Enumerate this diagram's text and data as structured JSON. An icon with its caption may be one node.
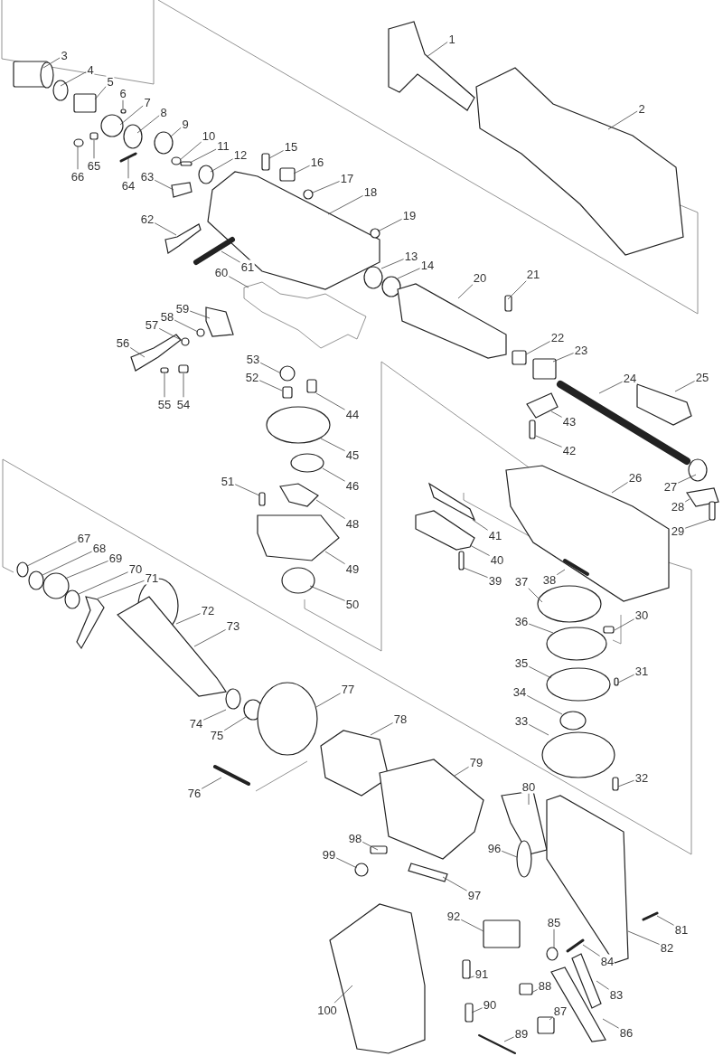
{
  "diagram": {
    "nodes": [
      {
        "text": [
          "1"
        ]
      },
      {
        "text": [
          "2"
        ]
      },
      {
        "text": [
          "3"
        ]
      },
      {
        "text": [
          "4"
        ]
      },
      {
        "text": [
          "5"
        ]
      },
      {
        "text": [
          "6"
        ]
      },
      {
        "text": [
          "7"
        ]
      },
      {
        "text": [
          "8"
        ]
      },
      {
        "text": [
          "9"
        ]
      },
      {
        "text": [
          "10"
        ]
      },
      {
        "text": [
          "11"
        ]
      },
      {
        "text": [
          "12"
        ]
      },
      {
        "text": [
          "13"
        ]
      },
      {
        "text": [
          "14"
        ]
      },
      {
        "text": [
          "15"
        ]
      },
      {
        "text": [
          "16"
        ]
      },
      {
        "text": [
          "17"
        ]
      },
      {
        "text": [
          "18"
        ]
      },
      {
        "text": [
          "19"
        ]
      },
      {
        "text": [
          "20"
        ]
      },
      {
        "text": [
          "21"
        ]
      },
      {
        "text": [
          "22"
        ]
      },
      {
        "text": [
          "23"
        ]
      },
      {
        "text": [
          "24"
        ]
      },
      {
        "text": [
          "25"
        ]
      },
      {
        "text": [
          "26"
        ]
      },
      {
        "text": [
          "27"
        ]
      },
      {
        "text": [
          "28"
        ]
      },
      {
        "text": [
          "29"
        ]
      },
      {
        "text": [
          "30"
        ]
      },
      {
        "text": [
          "31"
        ]
      },
      {
        "text": [
          "32"
        ]
      },
      {
        "text": [
          "33"
        ]
      },
      {
        "text": [
          "34"
        ]
      },
      {
        "text": [
          "35"
        ]
      },
      {
        "text": [
          "36"
        ]
      },
      {
        "text": [
          "37"
        ]
      },
      {
        "text": [
          "38"
        ]
      },
      {
        "text": [
          "39"
        ]
      },
      {
        "text": [
          "40"
        ]
      },
      {
        "text": [
          "41"
        ]
      },
      {
        "text": [
          "42"
        ]
      },
      {
        "text": [
          "43"
        ]
      },
      {
        "text": [
          "44"
        ]
      },
      {
        "text": [
          "45"
        ]
      },
      {
        "text": [
          "46"
        ]
      },
      {
        "text": [
          "48"
        ]
      },
      {
        "text": [
          "49"
        ]
      },
      {
        "text": [
          "50"
        ]
      },
      {
        "text": [
          "51"
        ]
      },
      {
        "text": [
          "52"
        ]
      },
      {
        "text": [
          "53"
        ]
      },
      {
        "text": [
          "54"
        ]
      },
      {
        "text": [
          "55"
        ]
      },
      {
        "text": [
          "56"
        ]
      },
      {
        "text": [
          "57"
        ]
      },
      {
        "text": [
          "58"
        ]
      },
      {
        "text": [
          "59"
        ]
      },
      {
        "text": [
          "60"
        ]
      },
      {
        "text": [
          "61"
        ]
      },
      {
        "text": [
          "62"
        ]
      },
      {
        "text": [
          "63"
        ]
      },
      {
        "text": [
          "64"
        ]
      },
      {
        "text": [
          "65"
        ]
      },
      {
        "text": [
          "66"
        ]
      },
      {
        "text": [
          "67"
        ]
      },
      {
        "text": [
          "68"
        ]
      },
      {
        "text": [
          "69"
        ]
      },
      {
        "text": [
          "70"
        ]
      },
      {
        "text": [
          "71"
        ]
      },
      {
        "text": [
          "72"
        ]
      },
      {
        "text": [
          "73"
        ]
      },
      {
        "text": [
          "74"
        ]
      },
      {
        "text": [
          "75"
        ]
      },
      {
        "text": [
          "76"
        ]
      },
      {
        "text": [
          "77"
        ]
      },
      {
        "text": [
          "78"
        ]
      },
      {
        "text": [
          "79"
        ]
      },
      {
        "text": [
          "80"
        ]
      },
      {
        "text": [
          "81"
        ]
      },
      {
        "text": [
          "82"
        ]
      },
      {
        "text": [
          "83"
        ]
      },
      {
        "text": [
          "84"
        ]
      },
      {
        "text": [
          "85"
        ]
      },
      {
        "text": [
          "86"
        ]
      },
      {
        "text": [
          "87"
        ]
      },
      {
        "text": [
          "88"
        ]
      },
      {
        "text": [
          "89"
        ]
      },
      {
        "text": [
          "90"
        ]
      },
      {
        "text": [
          "91"
        ]
      },
      {
        "text": [
          "92"
        ]
      },
      {
        "text": [
          "96"
        ]
      },
      {
        "text": [
          "97"
        ]
      },
      {
        "text": [
          "98"
        ]
      },
      {
        "text": [
          "99"
        ]
      },
      {
        "text": [
          "100"
        ]
      }
    ],
    "edges": [
      {
        "from": 0,
        "to": null,
        "arrow": "none"
      },
      {
        "from": 1,
        "to": null,
        "arrow": "none"
      },
      {
        "from": 2,
        "to": null,
        "arrow": "none"
      },
      {
        "from": 3,
        "to": null,
        "arrow": "none"
      },
      {
        "from": 4,
        "to": null,
        "arrow": "none"
      },
      {
        "from": 5,
        "to": null,
        "arrow": "none"
      },
      {
        "from": 6,
        "to": null,
        "arrow": "none"
      },
      {
        "from": 7,
        "to": null,
        "arrow": "none"
      },
      {
        "from": 8,
        "to": null,
        "arrow": "none"
      },
      {
        "from": 9,
        "to": null,
        "arrow": "none"
      },
      {
        "from": 10,
        "to": null,
        "arrow": "none"
      },
      {
        "from": 11,
        "to": null,
        "arrow": "none"
      },
      {
        "from": 12,
        "to": null,
        "arrow": "none"
      },
      {
        "from": 13,
        "to": null,
        "arrow": "none"
      },
      {
        "from": 14,
        "to": null,
        "arrow": "none"
      },
      {
        "from": 15,
        "to": null,
        "arrow": "none"
      },
      {
        "from": 16,
        "to": null,
        "arrow": "none"
      },
      {
        "from": 17,
        "to": null,
        "arrow": "none"
      },
      {
        "from": 18,
        "to": null,
        "arrow": "none"
      },
      {
        "from": 19,
        "to": null,
        "arrow": "none"
      },
      {
        "from": 20,
        "to": null,
        "arrow": "none"
      },
      {
        "from": 21,
        "to": null,
        "arrow": "none"
      },
      {
        "from": 22,
        "to": null,
        "arrow": "none"
      },
      {
        "from": 23,
        "to": null,
        "arrow": "none"
      },
      {
        "from": 24,
        "to": null,
        "arrow": "none"
      },
      {
        "from": 25,
        "to": null,
        "arrow": "none"
      },
      {
        "from": 26,
        "to": null,
        "arrow": "none"
      },
      {
        "from": 27,
        "to": null,
        "arrow": "none"
      },
      {
        "from": 28,
        "to": null,
        "arrow": "none"
      },
      {
        "from": 29,
        "to": null,
        "arrow": "none"
      },
      {
        "from": 30,
        "to": null,
        "arrow": "none"
      },
      {
        "from": 31,
        "to": null,
        "arrow": "none"
      },
      {
        "from": 32,
        "to": null,
        "arrow": "none"
      },
      {
        "from": 33,
        "to": null,
        "arrow": "none"
      },
      {
        "from": 34,
        "to": null,
        "arrow": "none"
      },
      {
        "from": 35,
        "to": null,
        "arrow": "none"
      },
      {
        "from": 36,
        "to": null,
        "arrow": "none"
      },
      {
        "from": 37,
        "to": null,
        "arrow": "none"
      },
      {
        "from": 38,
        "to": null,
        "arrow": "none"
      },
      {
        "from": 39,
        "to": null,
        "arrow": "none"
      },
      {
        "from": 40,
        "to": null,
        "arrow": "none"
      },
      {
        "from": 41,
        "to": null,
        "arrow": "none"
      },
      {
        "from": 42,
        "to": null,
        "arrow": "none"
      },
      {
        "from": 43,
        "to": null,
        "arrow": "none"
      },
      {
        "from": 44,
        "to": null,
        "arrow": "none"
      },
      {
        "from": 45,
        "to": null,
        "arrow": "none"
      },
      {
        "from": 46,
        "to": null,
        "arrow": "none"
      },
      {
        "from": 47,
        "to": null,
        "arrow": "none"
      },
      {
        "from": 48,
        "to": null,
        "arrow": "none"
      },
      {
        "from": 49,
        "to": null,
        "arrow": "none"
      },
      {
        "from": 50,
        "to": null,
        "arrow": "none"
      },
      {
        "from": 51,
        "to": null,
        "arrow": "none"
      },
      {
        "from": 52,
        "to": null,
        "arrow": "none"
      },
      {
        "from": 53,
        "to": null,
        "arrow": "none"
      },
      {
        "from": 54,
        "to": null,
        "arrow": "none"
      },
      {
        "from": 55,
        "to": null,
        "arrow": "none"
      },
      {
        "from": 56,
        "to": null,
        "arrow": "none"
      },
      {
        "from": 57,
        "to": null,
        "arrow": "none"
      },
      {
        "from": 58,
        "to": null,
        "arrow": "none"
      },
      {
        "from": 59,
        "to": null,
        "arrow": "none"
      },
      {
        "from": 60,
        "to": null,
        "arrow": "none"
      },
      {
        "from": 61,
        "to": null,
        "arrow": "none"
      },
      {
        "from": 62,
        "to": null,
        "arrow": "none"
      },
      {
        "from": 63,
        "to": null,
        "arrow": "none"
      },
      {
        "from": 64,
        "to": null,
        "arrow": "none"
      },
      {
        "from": 65,
        "to": null,
        "arrow": "none"
      },
      {
        "from": 66,
        "to": null,
        "arrow": "none"
      },
      {
        "from": 67,
        "to": null,
        "arrow": "none"
      },
      {
        "from": 68,
        "to": null,
        "arrow": "none"
      },
      {
        "from": 69,
        "to": null,
        "arrow": "none"
      },
      {
        "from": 70,
        "to": null,
        "arrow": "none"
      },
      {
        "from": 71,
        "to": null,
        "arrow": "none"
      },
      {
        "from": 72,
        "to": null,
        "arrow": "none"
      },
      {
        "from": 73,
        "to": null,
        "arrow": "none"
      },
      {
        "from": 74,
        "to": null,
        "arrow": "none"
      },
      {
        "from": 75,
        "to": null,
        "arrow": "none"
      },
      {
        "from": 76,
        "to": null,
        "arrow": "none"
      },
      {
        "from": 77,
        "to": null,
        "arrow": "none"
      },
      {
        "from": 78,
        "to": null,
        "arrow": "none"
      },
      {
        "from": 79,
        "to": null,
        "arrow": "none"
      },
      {
        "from": 80,
        "to": null,
        "arrow": "none"
      },
      {
        "from": 81,
        "to": null,
        "arrow": "none"
      },
      {
        "from": 82,
        "to": null,
        "arrow": "none"
      },
      {
        "from": 83,
        "to": null,
        "arrow": "none"
      },
      {
        "from": 84,
        "to": null,
        "arrow": "none"
      },
      {
        "from": 85,
        "to": null,
        "arrow": "none"
      },
      {
        "from": 86,
        "to": null,
        "arrow": "none"
      },
      {
        "from": 87,
        "to": null,
        "arrow": "none"
      },
      {
        "from": 88,
        "to": null,
        "arrow": "none"
      },
      {
        "from": 89,
        "to": null,
        "arrow": "none"
      },
      {
        "from": 90,
        "to": null,
        "arrow": "none"
      },
      {
        "from": 91,
        "to": null,
        "arrow": "none"
      },
      {
        "from": 92,
        "to": null,
        "arrow": "none"
      },
      {
        "from": 93,
        "to": null,
        "arrow": "none"
      },
      {
        "from": 94,
        "to": null,
        "arrow": "none"
      },
      {
        "from": 95,
        "to": null,
        "arrow": "none"
      }
    ]
  }
}
